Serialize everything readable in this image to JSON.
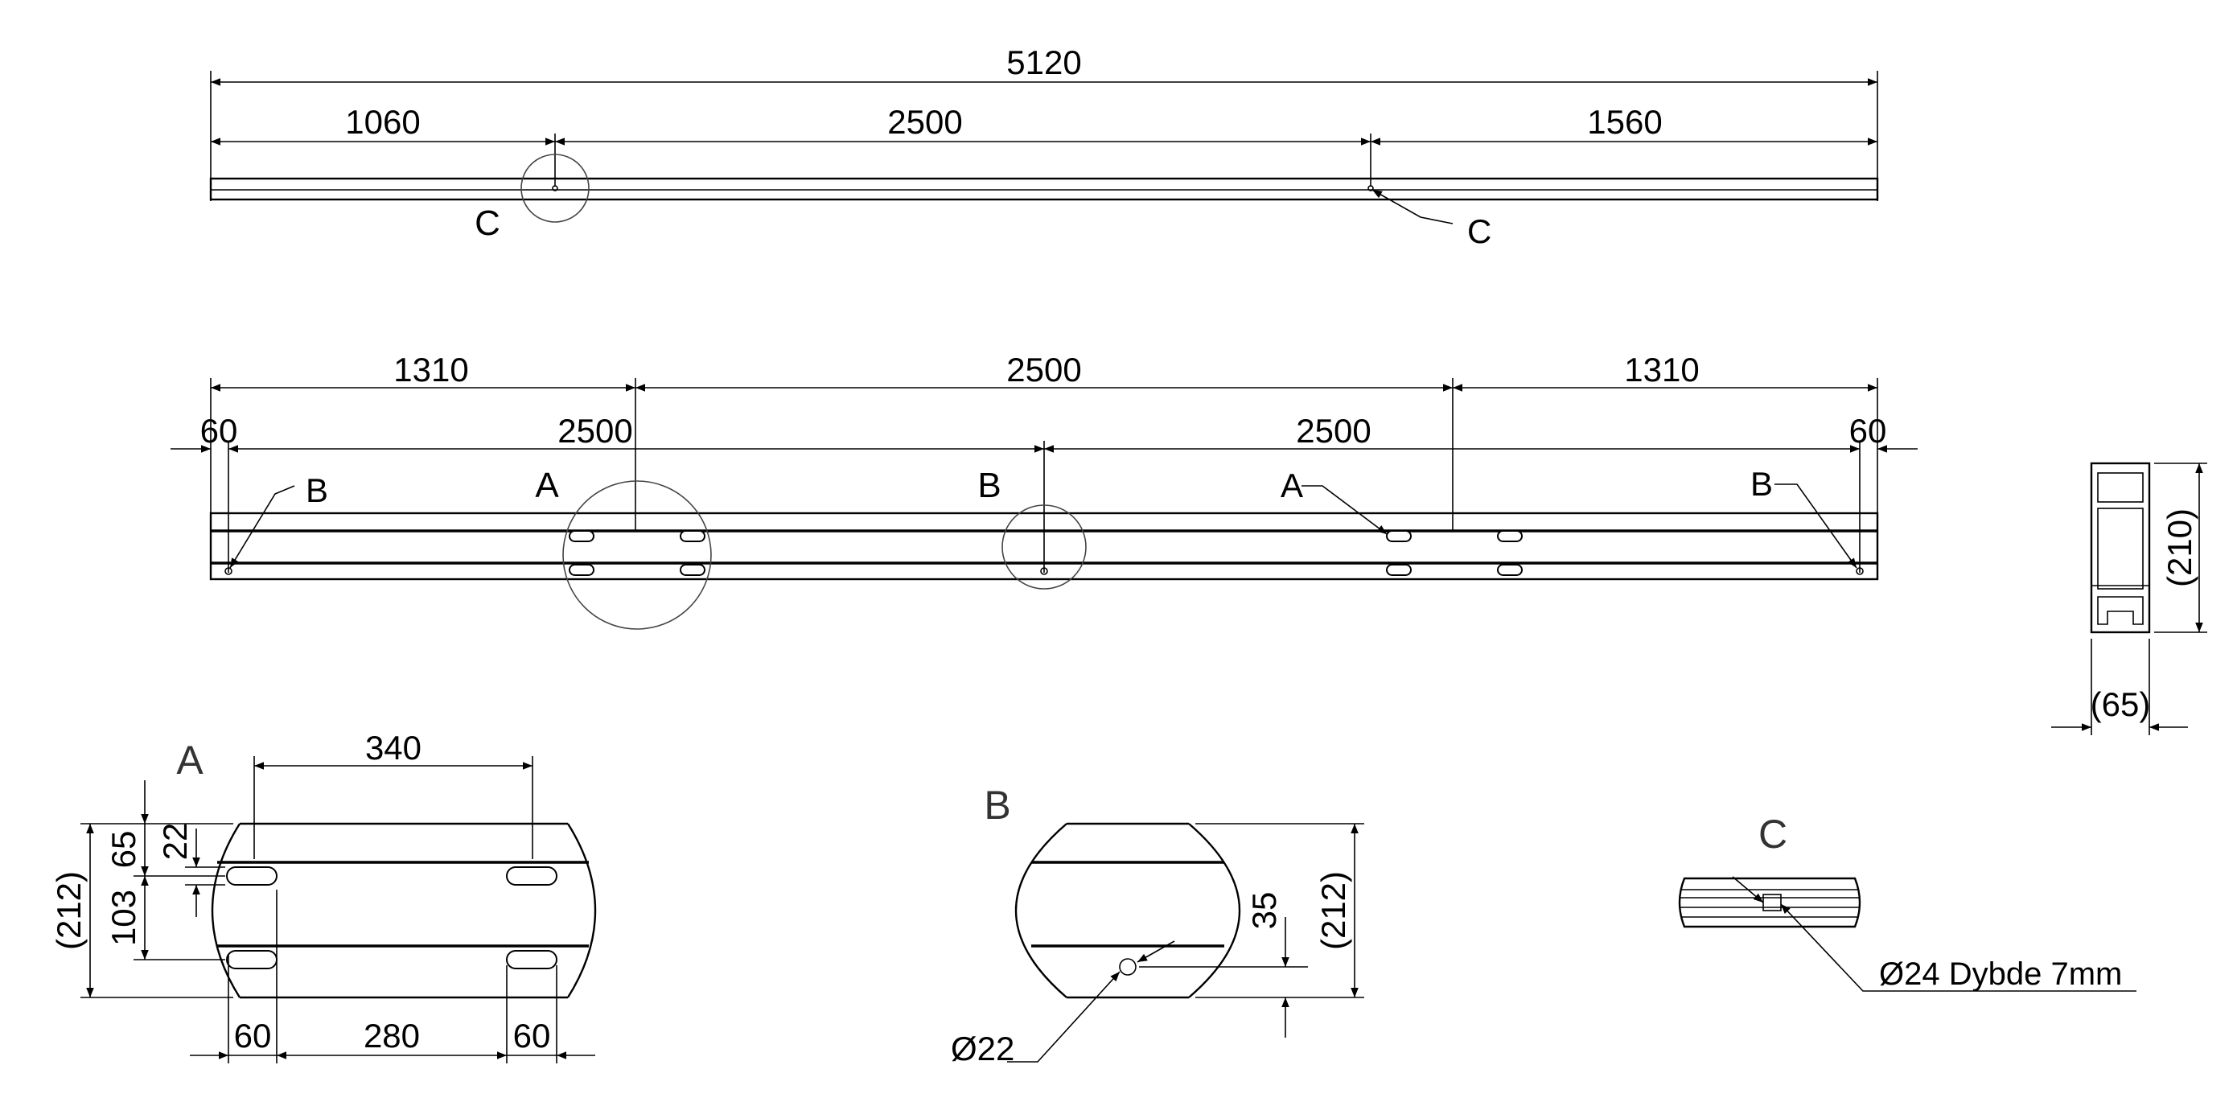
{
  "top_view": {
    "overall": "5120",
    "seg_left": "1060",
    "seg_mid": "2500",
    "seg_right": "1560",
    "detail_c_left": "C",
    "detail_c_right": "C"
  },
  "side_view": {
    "seg_left": "1310",
    "seg_mid": "2500",
    "seg_right": "1310",
    "edge_left": "60",
    "inner_left": "2500",
    "inner_right": "2500",
    "edge_right": "60",
    "callout_b_left": "B",
    "detail_a": "A",
    "detail_b": "B",
    "callout_a_right": "A",
    "callout_b_right": "B"
  },
  "section": {
    "height": "(210)",
    "width": "(65)"
  },
  "detail_a": {
    "title": "A",
    "slot_spacing": "340",
    "height_total": "(212)",
    "offset_65": "65",
    "slot_height": "22",
    "row_spacing": "103",
    "bottom_left": "60",
    "bottom_mid": "280",
    "bottom_right": "60"
  },
  "detail_b": {
    "title": "B",
    "offset": "35",
    "height_total": "(212)",
    "hole_dia": "Ø22"
  },
  "detail_c": {
    "title": "C",
    "note": "Ø24 Dybde 7mm"
  }
}
